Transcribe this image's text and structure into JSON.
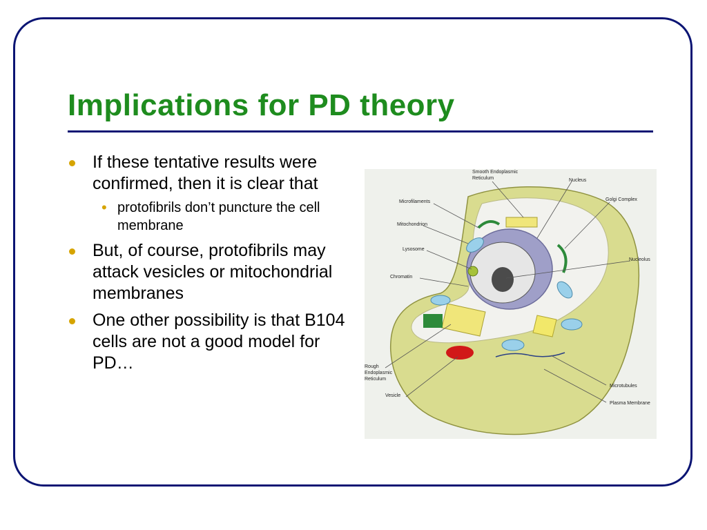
{
  "slide": {
    "title": "Implications for PD theory",
    "bullets": [
      {
        "text": "If these tentative results were confirmed, then it is clear that",
        "sub": [
          "protofibrils don’t puncture the cell membrane"
        ]
      },
      {
        "text": "But, of course, protofibrils may attack vesicles or mitochondrial membranes"
      },
      {
        "text": "One other possibility is that B104 cells are not a good model for PD…"
      }
    ]
  },
  "figure": {
    "labels": {
      "smooth_er_1": "Smooth Endoplasmic",
      "smooth_er_2": "Reticulum",
      "nucleus": "Nucleus",
      "microfilaments": "Microfilaments",
      "golgi": "Golgi Complex",
      "mitochondrion": "Mitochondrion",
      "lysosome": "Lysosome",
      "nucleolus": "Nucleolus",
      "chromatin": "Chromatin",
      "rough_er_1": "Rough",
      "rough_er_2": "Endoplasmic",
      "rough_er_3": "Reticulum",
      "vesicle": "Vesicle",
      "microtubules": "Microtubules",
      "plasma_membrane": "Plasma Membrane"
    }
  }
}
